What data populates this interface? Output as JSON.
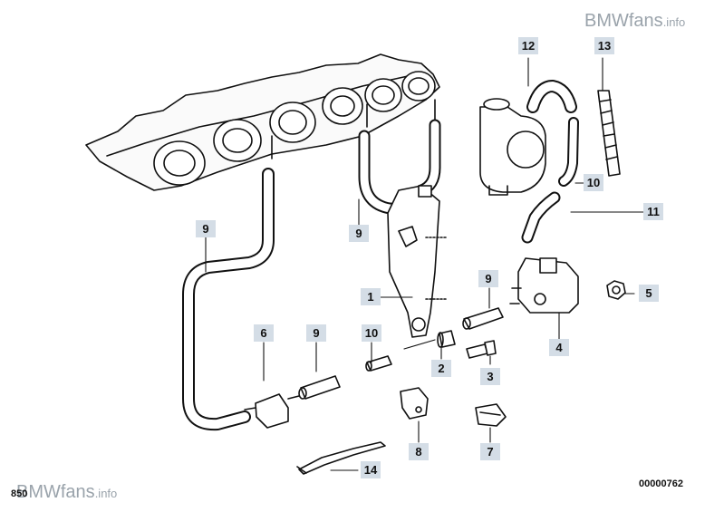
{
  "watermark": {
    "brand": "BMWfans",
    "suffix": ".info"
  },
  "codes": {
    "left": "850",
    "right": "00000762"
  },
  "callouts": [
    "1",
    "2",
    "3",
    "4",
    "5",
    "6",
    "7",
    "8",
    "9",
    "9",
    "9",
    "9",
    "10",
    "10",
    "11",
    "12",
    "13",
    "14"
  ],
  "colors": {
    "callout_bg": "#d4dde6",
    "line": "#111111",
    "watermark": "#9aa3ab"
  }
}
